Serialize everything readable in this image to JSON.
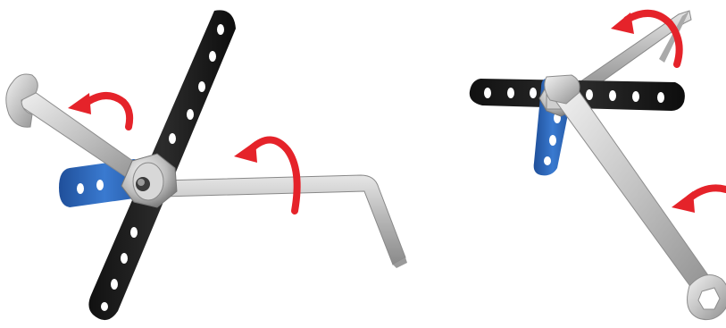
{
  "figure": {
    "panels": [
      {
        "name": "left-assembly",
        "parts": [
          "open-end-wrench",
          "black-perforated-strip",
          "blue-perforated-strip",
          "hex-nut",
          "allen-key"
        ],
        "rotation_arrows": 2
      },
      {
        "name": "right-assembly",
        "parts": [
          "allen-key",
          "black-perforated-strip",
          "blue-perforated-strip",
          "hex-nut",
          "ring-wrench"
        ],
        "rotation_arrows": 2
      }
    ],
    "colors": {
      "arrow": "#e5232a",
      "black_strip": "#1c1c1c",
      "blue_strip": "#2f6fc4",
      "steel": "#b8b8b8",
      "background": "#ffffff"
    }
  }
}
